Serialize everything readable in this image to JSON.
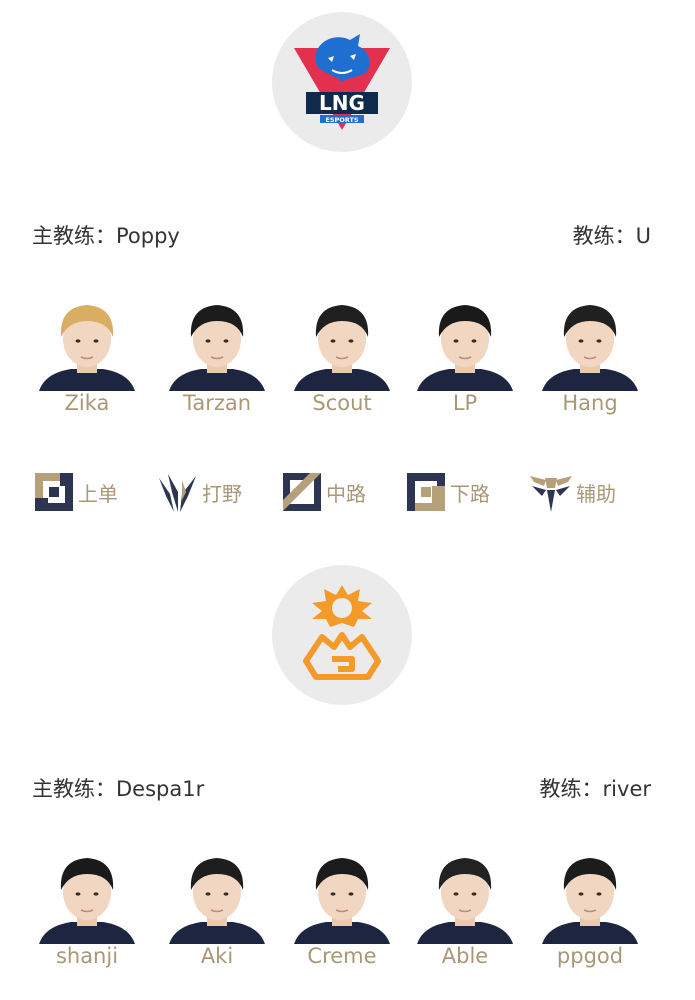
{
  "team1": {
    "logo": {
      "icon": "lng-dragon-logo",
      "text": "LNG",
      "subtext": "ESPORTS"
    },
    "head_coach_label": "主教练：",
    "head_coach": "Poppy",
    "coach_label": "教练：",
    "coach": "U",
    "players": [
      {
        "name": "Zika",
        "hair": "#d9ae63"
      },
      {
        "name": "Tarzan",
        "hair": "#1c1c1c"
      },
      {
        "name": "Scout",
        "hair": "#1f1f1f"
      },
      {
        "name": "LP",
        "hair": "#1a1a1a"
      },
      {
        "name": "Hang",
        "hair": "#202020"
      }
    ]
  },
  "roles": [
    {
      "label": "上单",
      "icon": "top-lane-icon"
    },
    {
      "label": "打野",
      "icon": "jungle-icon"
    },
    {
      "label": "中路",
      "icon": "mid-lane-icon"
    },
    {
      "label": "下路",
      "icon": "bot-lane-icon"
    },
    {
      "label": "辅助",
      "icon": "support-icon"
    }
  ],
  "team2": {
    "logo": {
      "icon": "ninjas-in-pyjamas-g-logo"
    },
    "head_coach_label": "主教练：",
    "head_coach": "Despa1r",
    "coach_label": "教练：",
    "coach": "river",
    "players": [
      {
        "name": "shanji",
        "hair": "#1a1a1a"
      },
      {
        "name": "Aki",
        "hair": "#1e1e1e"
      },
      {
        "name": "Creme",
        "hair": "#1b1b1b"
      },
      {
        "name": "Able",
        "hair": "#222222"
      },
      {
        "name": "ppgod",
        "hair": "#1c1c1c"
      }
    ]
  },
  "colors": {
    "accent_gold": "#a99877",
    "role_navy": "#2d3551",
    "team2_orange": "#f39a2a",
    "lng_red": "#e4304f",
    "lng_blue": "#1f6fd1",
    "jersey": "#1e2540"
  }
}
